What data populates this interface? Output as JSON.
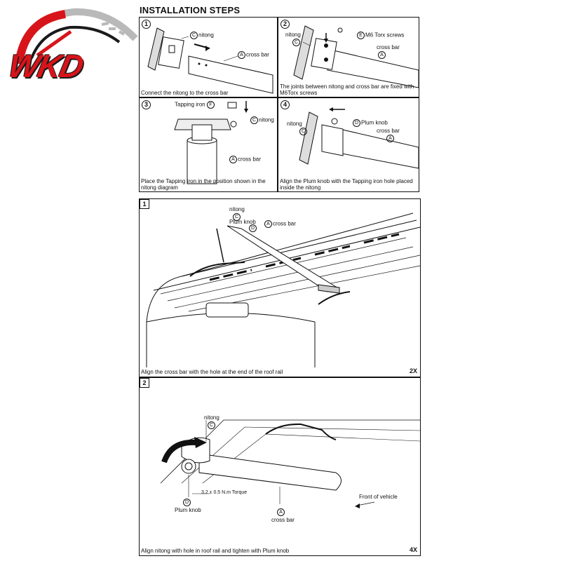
{
  "brand": {
    "logo_text": "WKD",
    "colors": {
      "red": "#d7141a",
      "grey": "#b9b9b9",
      "dark": "#1a1a1a"
    }
  },
  "header": {
    "title": "INSTALLATION STEPS"
  },
  "steps": [
    {
      "num": "1",
      "caption": "Connect the nitong to the cross bar",
      "labels": {
        "nitong_letter": "C",
        "nitong": "nitong",
        "crossbar_letter": "A",
        "crossbar": "cross bar"
      }
    },
    {
      "num": "2",
      "caption": "The joints between nitong and cross bar are fixed with M6Torx screws",
      "labels": {
        "nitong": "nitong",
        "nitong_letter": "C",
        "screws_letter": "E",
        "screws": "M6 Torx screws",
        "crossbar": "cross bar",
        "crossbar_letter": "A"
      }
    },
    {
      "num": "3",
      "caption": "Place the Tapping iron in the position shown in the nitong diagram",
      "labels": {
        "tapping": "Tapping iron",
        "tapping_letter": "F",
        "nitong_letter": "C",
        "nitong": "nitong",
        "crossbar_letter": "A",
        "crossbar": "cross bar"
      }
    },
    {
      "num": "4",
      "caption": "Align the Plum knob with the Tapping iron hole placed inside the nitong",
      "labels": {
        "nitong": "nitong",
        "nitong_letter": "C",
        "knob_letter": "D",
        "knob": "Plum knob",
        "crossbar": "cross bar",
        "crossbar_letter": "A"
      }
    }
  ],
  "diagrams": [
    {
      "num": "1",
      "caption": "Align the cross bar with the hole at the end of the roof rail",
      "qty": "2X",
      "labels": {
        "nitong": "nitong",
        "nitong_letter": "C",
        "knob": "Plum knob",
        "knob_letter": "D",
        "crossbar_letter": "A",
        "crossbar": "cross bar"
      }
    },
    {
      "num": "2",
      "caption": "Align nitong with hole in roof rail and tighten with Plum knob",
      "qty": "4X",
      "labels": {
        "nitong": "nitong",
        "nitong_letter": "C",
        "torque": "3.2 ± 0.5 N.m Torque",
        "knob_letter": "D",
        "knob": "Plum knob",
        "crossbar_letter": "A",
        "crossbar": "cross bar",
        "front": "Front of vehicle"
      }
    }
  ]
}
